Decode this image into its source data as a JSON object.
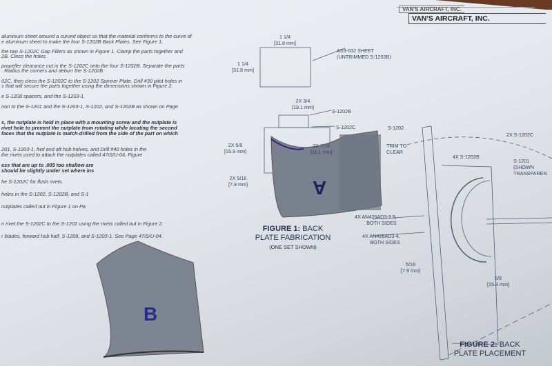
{
  "header": {
    "company_top": "VAN'S AIRCRAFT, INC.",
    "company": "VAN'S AIRCRAFT, INC."
  },
  "instructions": [
    {
      "text": "aluminum sheet around a curved object so that the material conforms to the curve of",
      "bold": false
    },
    {
      "text": "e aluminum sheet to make the four S-1202B Back Plates. See Figure 1.",
      "bold": false
    },
    {
      "text": "the two S-1202C Gap Fillers as shown in Figure 1. Clamp the parts together and",
      "bold": false
    },
    {
      "text": "2B. Cleco the holes.",
      "bold": false
    },
    {
      "text": "propeller clearance cut in the S-1202C onto the four S-1202B. Separate the parts",
      "bold": false
    },
    {
      "text": ". Radius the corners and deburr the S-1202B.",
      "bold": false
    },
    {
      "text": "02C, then cleco the S-1202C to the S-1202 Spinner Plate. Drill #30 pilot holes in",
      "bold": false
    },
    {
      "text": "s that will secure the parts together using the dimensions shown in Figure 2.",
      "bold": false
    },
    {
      "text": "e S-1208 spacers, and the S-1203-1.",
      "bold": false
    },
    {
      "text": "non to the S-1201 and the S-1203-1, S-1202, and S-1202B as shown on Page",
      "bold": false
    },
    {
      "text": "s, the nutplate is held in place with a mounting screw and the nutplate is",
      "bold": true
    },
    {
      "text": "rivet hole to prevent the nutplate from rotating while locating the second",
      "bold": true
    },
    {
      "text": "faces that the nutplate is match-drilled from the side of the part on which",
      "bold": true
    },
    {
      "text": "201, S-1203-1, fwd and aft hub halves, and          Drill #40 holes in the",
      "bold": false
    },
    {
      "text": "the rivets used to attach the nutplates called          47iS/U-06, Figure",
      "bold": false
    },
    {
      "text": "ess that are up to .005 too shallow are",
      "bold": true
    },
    {
      "text": "should be slightly under set where ins",
      "bold": true
    },
    {
      "text": "he S-1202C for flush rivets.",
      "bold": false
    },
    {
      "text": "holes in the S-1202, S-1202B, and S-1",
      "bold": false
    },
    {
      "text": "nutplates called out in Figure 1 on Pa",
      "bold": false
    },
    {
      "text": "n rivet the S-1202C to the S-1202 using the rivets called out in Figure 2.",
      "bold": false
    },
    {
      "text": "r blades, forward hub half, S-1208, and S-1203-1. See Page 47iS/U-04.",
      "bold": false
    }
  ],
  "figure1": {
    "dim_width": "1 1/4",
    "dim_width_mm": "[31.8 mm]",
    "dim_height": "1 1/4",
    "dim_height_mm": "[31.8 mm]",
    "sheet_label": "AS3-032 SHEET",
    "sheet_sub": "(UNTRIMMED S-1202B)",
    "dim_34": "2X 3/4",
    "dim_34_mm": "[19.1 mm]",
    "part_b": "S-1202B",
    "part_c": "S-1202C",
    "dim_58": "2X 5/8",
    "dim_58_mm": "[15.9 mm]",
    "dim_716": "2X 7/16",
    "dim_716_mm": "[11.1 mm]",
    "trim": "TRIM TO",
    "trim2": "CLEAR",
    "dim_516": "2X 5/16",
    "dim_516_mm": "[7.9 mm]",
    "title_bold": "FIGURE 1:",
    "title_rest": "BACK",
    "title_line2": "PLATE FABRICATION",
    "subtitle": "(ONE SET SHOWN)"
  },
  "figure2": {
    "s1202": "S-1202",
    "s1202c": "2X S-1202C",
    "s1202b": "4X S-1202B",
    "s1201": "S-1201",
    "s1201_sub": "(SHOWN",
    "s1201_sub2": "TRANSPAREN",
    "rivet1": "4X AN426AD3-3.5,",
    "rivet1_sub": "BOTH SIDES",
    "rivet2": "4X AN426AD3-4,",
    "rivet2_sub": "BOTH SIDES",
    "dim_516": "5/16",
    "dim_516_mm": "[7.9 mm]",
    "dim_58": "5/8",
    "dim_58_mm": "[15.9 mm]",
    "title_bold": "FIGURE 2:",
    "title_rest": "BACK",
    "title_line2": "PLATE PLACEMENT"
  },
  "parts": {
    "left_letter": "B",
    "right_letter": "A",
    "metal_color": "#7d8592",
    "marker_color": "#2a2a8a"
  }
}
